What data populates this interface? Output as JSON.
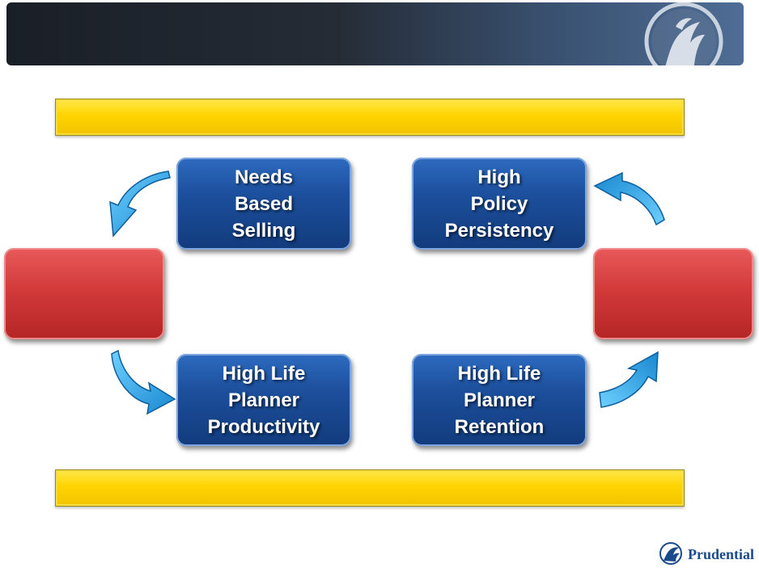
{
  "header": {
    "title": "",
    "logo_icon": "prudential-rock-logo-icon"
  },
  "banners": {
    "top": "",
    "bottom": ""
  },
  "boxes": {
    "needs_based_selling": [
      "Needs",
      "Based",
      "Selling"
    ],
    "high_policy_persistency": [
      "High",
      "Policy",
      "Persistency"
    ],
    "high_life_planner_productivity": [
      "High Life",
      "Planner",
      "Productivity"
    ],
    "high_life_planner_retention": [
      "High Life",
      "Planner",
      "Retention"
    ],
    "left_red": "",
    "right_red": ""
  },
  "footer": {
    "brand": "Prudential",
    "brand_icon": "prudential-rock-small-icon"
  },
  "colors": {
    "header_dark": "#1a1f27",
    "header_blue": "#4f6d95",
    "banner_yellow": "#ffd400",
    "box_blue": "#1c4f9c",
    "box_red": "#d33a3a",
    "arrow_cyan": "#29a8e8",
    "brand_blue": "#1a4a8c"
  }
}
